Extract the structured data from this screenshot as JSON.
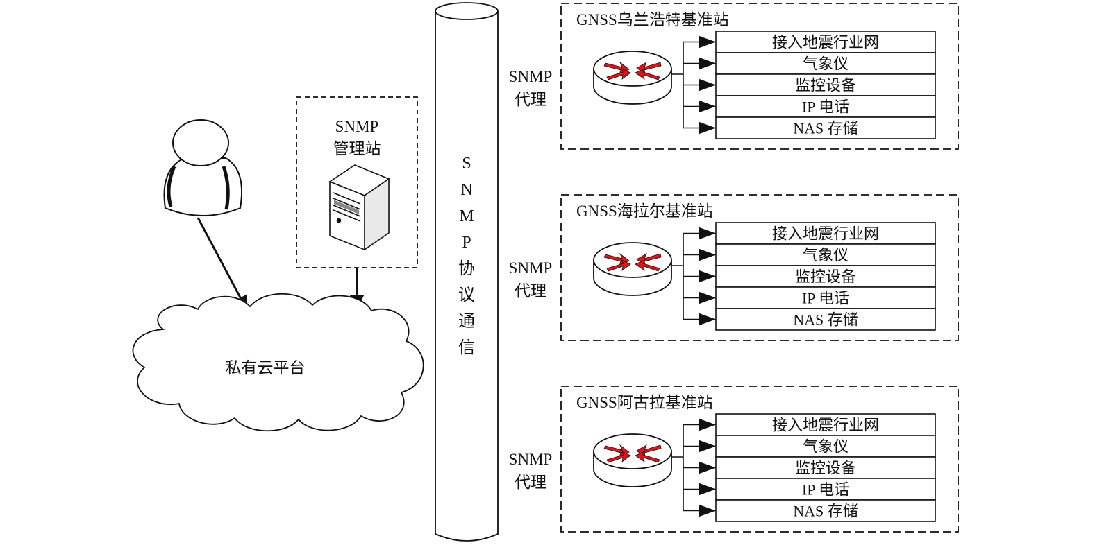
{
  "colors": {
    "line": "#111111",
    "router_arrow": "#e2141b",
    "router_fill": "#ffffff"
  },
  "cloud": {
    "label": "私有云平台"
  },
  "manager": {
    "line1": "SNMP",
    "line2": "管理站"
  },
  "protocol_bus": {
    "chars": [
      "S",
      "N",
      "M",
      "P",
      "协",
      "议",
      "通",
      "信"
    ]
  },
  "agent_label": {
    "line1": "SNMP",
    "line2": "代理"
  },
  "stations": [
    {
      "title": "GNSS乌兰浩特基准站",
      "devices": [
        "接入地震行业网",
        "气象仪",
        "监控设备",
        "IP 电话",
        "NAS 存储"
      ]
    },
    {
      "title": "GNSS海拉尔基准站",
      "devices": [
        "接入地震行业网",
        "气象仪",
        "监控设备",
        "IP 电话",
        "NAS 存储"
      ]
    },
    {
      "title": "GNSS阿古拉基准站",
      "devices": [
        "接入地震行业网",
        "气象仪",
        "监控设备",
        "IP 电话",
        "NAS 存储"
      ]
    }
  ],
  "icons": {
    "user": "user-icon",
    "server": "server-tower-icon",
    "router": "router-icon"
  }
}
